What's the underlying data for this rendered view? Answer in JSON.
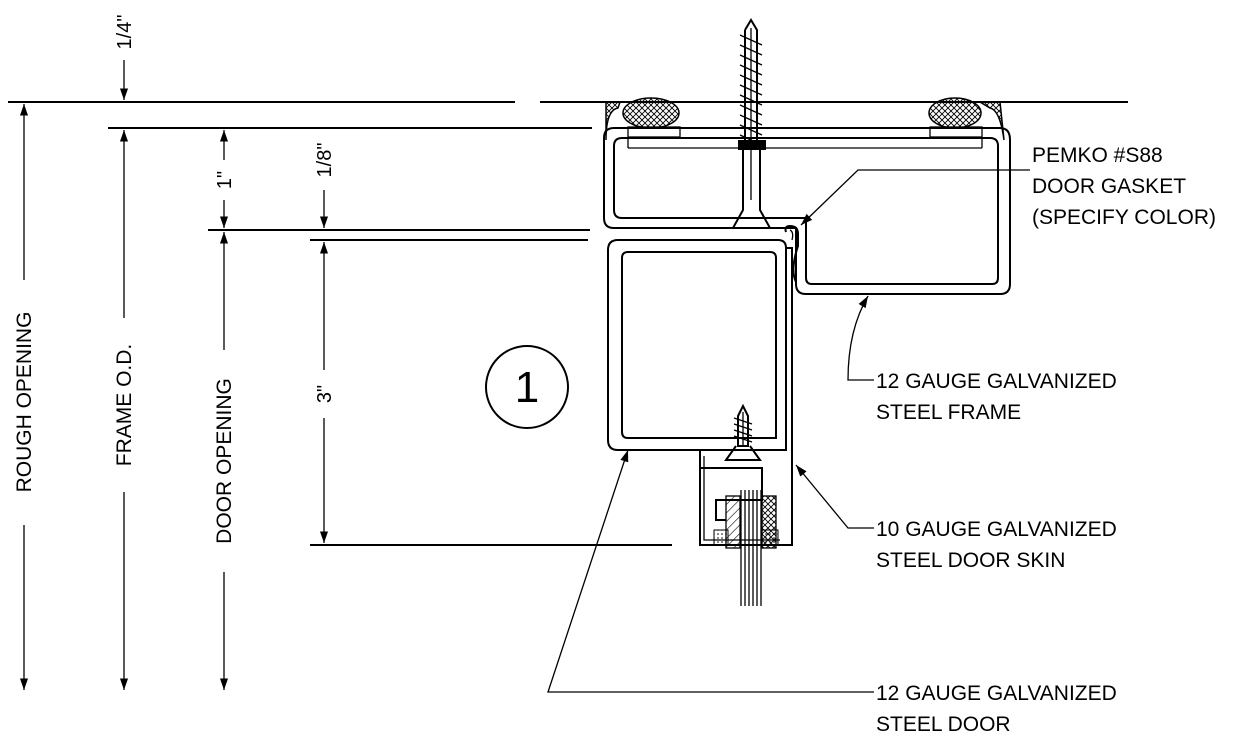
{
  "dimensions": {
    "rough_opening": "ROUGH OPENING",
    "frame_od": "FRAME O.D.",
    "door_opening": "DOOR OPENING",
    "quarter": "1/4\"",
    "one_inch": "1\"",
    "eighth": "1/8\"",
    "three_inch": "3\""
  },
  "callout": {
    "number": "1"
  },
  "notes": {
    "gasket_line1": "PEMKO #S88",
    "gasket_line2": "DOOR GASKET",
    "gasket_line3": "(SPECIFY COLOR)",
    "frame_line1": "12 GAUGE GALVANIZED",
    "frame_line2": "STEEL FRAME",
    "skin_line1": "10 GAUGE GALVANIZED",
    "skin_line2": "STEEL DOOR SKIN",
    "door_line1": "12 GAUGE GALVANIZED",
    "door_line2": "STEEL DOOR"
  }
}
